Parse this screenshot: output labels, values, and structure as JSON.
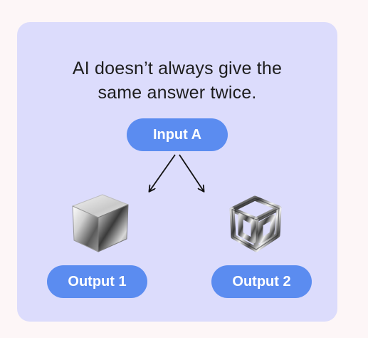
{
  "caption": {
    "line1": "AI doesn’t always give the",
    "line2": "same answer twice."
  },
  "nodes": {
    "input": "Input A",
    "output1": "Output 1",
    "output2": "Output 2"
  },
  "colors": {
    "page_background": "#fdf6f7",
    "card_background": "#dcdcfc",
    "pill": "#5b8cf0",
    "pill_text": "#ffffff",
    "text": "#1d1d1d",
    "arrow": "#111111"
  },
  "icons": {
    "output1_image": "solid-chrome-cube-icon",
    "output2_image": "hollow-chrome-cube-frame-icon"
  }
}
